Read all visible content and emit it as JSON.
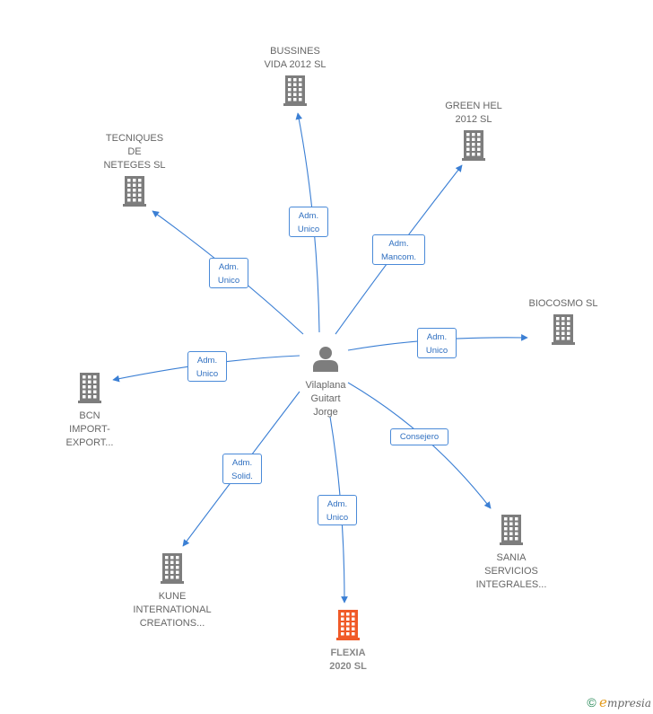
{
  "colors": {
    "edge": "#3b7fd4",
    "building": "#7d7d7d",
    "building_highlight": "#f05a28",
    "person": "#7d7d7d"
  },
  "center": {
    "name": "Vilaplana\nGuitart\nJorge",
    "icon": "person-icon"
  },
  "nodes": [
    {
      "id": "bussines",
      "label": "BUSSINES\nVIDA 2012 SL",
      "icon": "building-icon",
      "highlight": false
    },
    {
      "id": "greenhel",
      "label": "GREEN HEL\n2012 SL",
      "icon": "building-icon",
      "highlight": false
    },
    {
      "id": "tecniques",
      "label": "TECNIQUES\nDE\nNETEGES SL",
      "icon": "building-icon",
      "highlight": false
    },
    {
      "id": "biocosmo",
      "label": "BIOCOSMO  SL",
      "icon": "building-icon",
      "highlight": false
    },
    {
      "id": "bcn",
      "label": "BCN\nIMPORT-\nEXPORT...",
      "icon": "building-icon",
      "highlight": false
    },
    {
      "id": "sania",
      "label": "SANIA\nSERVICIOS\nINTEGRALES...",
      "icon": "building-icon",
      "highlight": false
    },
    {
      "id": "kune",
      "label": "KUNE\nINTERNATIONAL\nCREATIONS...",
      "icon": "building-icon",
      "highlight": false
    },
    {
      "id": "flexia",
      "label": "FLEXIA\n2020  SL",
      "icon": "building-icon",
      "highlight": true
    }
  ],
  "edges": [
    {
      "to": "bussines",
      "label": "Adm.\nUnico"
    },
    {
      "to": "greenhel",
      "label": "Adm.\nMancom."
    },
    {
      "to": "tecniques",
      "label": "Adm.\nUnico"
    },
    {
      "to": "biocosmo",
      "label": "Adm.\nUnico"
    },
    {
      "to": "bcn",
      "label": "Adm.\nUnico"
    },
    {
      "to": "sania",
      "label": "Consejero"
    },
    {
      "to": "kune",
      "label": "Adm.\nSolid."
    },
    {
      "to": "flexia",
      "label": "Adm.\nUnico"
    }
  ],
  "footer": {
    "copyright": "©",
    "brand_initial": "e",
    "brand_rest": "mpresia"
  }
}
